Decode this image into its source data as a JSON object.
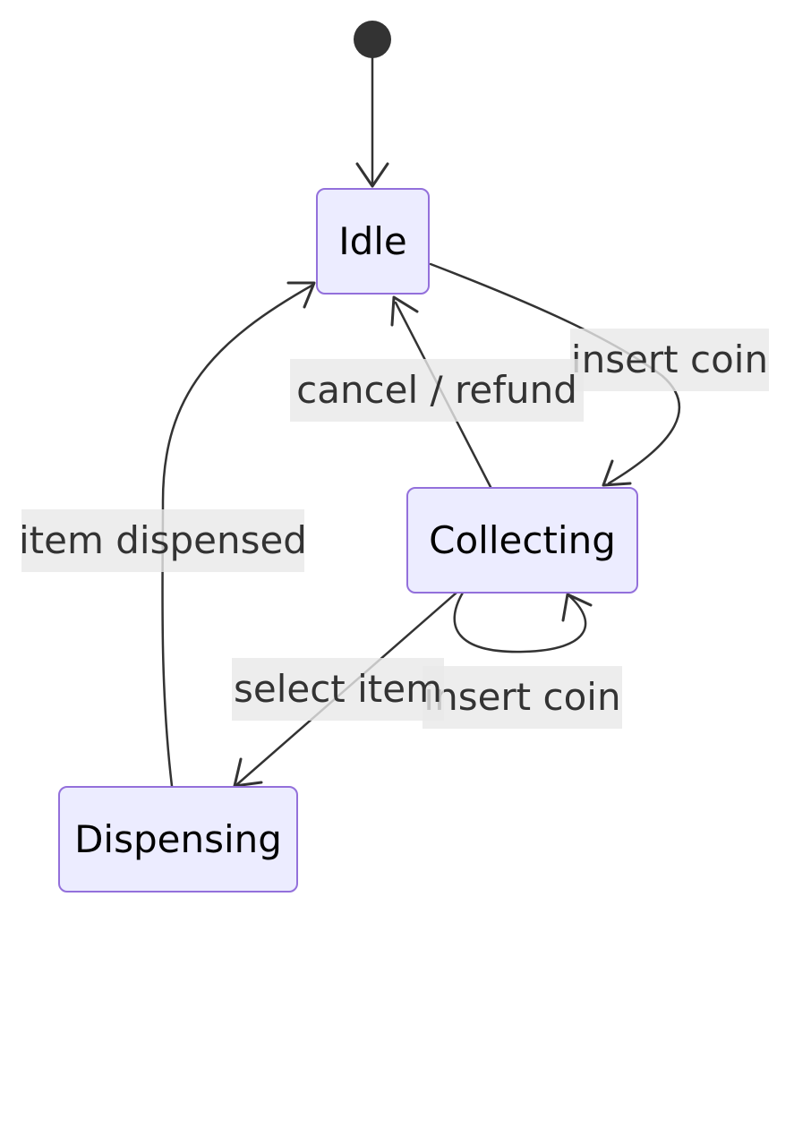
{
  "diagram": {
    "type": "state-diagram",
    "start": {
      "name": "start",
      "to": "idle"
    },
    "states": [
      {
        "id": "idle",
        "label": "Idle"
      },
      {
        "id": "collecting",
        "label": "Collecting"
      },
      {
        "id": "dispensing",
        "label": "Dispensing"
      }
    ],
    "transitions": [
      {
        "id": "idle-to-collecting",
        "from": "idle",
        "to": "collecting",
        "label": "insert coin"
      },
      {
        "id": "collecting-to-idle",
        "from": "collecting",
        "to": "idle",
        "label": "cancel / refund"
      },
      {
        "id": "collecting-self",
        "from": "collecting",
        "to": "collecting",
        "label": "insert coin"
      },
      {
        "id": "collecting-to-dispensing",
        "from": "collecting",
        "to": "dispensing",
        "label": "select item"
      },
      {
        "id": "dispensing-to-idle",
        "from": "dispensing",
        "to": "idle",
        "label": "item dispensed"
      }
    ],
    "colors": {
      "state_fill": "#ECECFF",
      "state_stroke": "#9370DB",
      "edge": "#333333",
      "label_background": "#e8e8e8"
    }
  }
}
